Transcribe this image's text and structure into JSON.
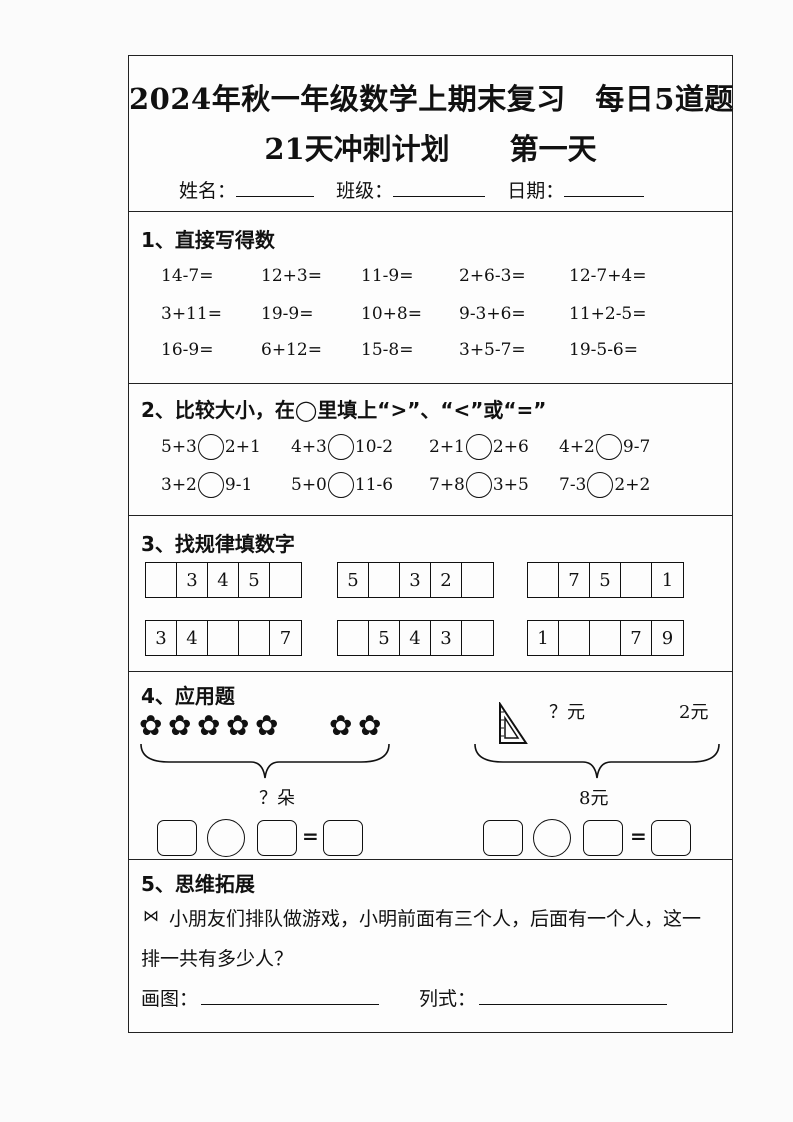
{
  "header": {
    "title_line1": "2024年秋一年级数学上期末复习　每日5道题",
    "title_line2_a": "21天冲刺计划",
    "title_line2_b": "第一天",
    "name_label": "姓名：",
    "class_label": "班级：",
    "date_label": "日期："
  },
  "s1": {
    "heading": "1、直接写得数",
    "rows": [
      [
        "14-7=",
        "12+3=",
        "11-9=",
        "2+6-3=",
        "12-7+4="
      ],
      [
        "3+11=",
        "19-9=",
        "10+8=",
        "9-3+6=",
        "11+2-5="
      ],
      [
        "16-9=",
        "6+12=",
        "15-8=",
        "3+5-7=",
        "19-5-6="
      ]
    ]
  },
  "s2": {
    "heading": "2、比较大小，在◯里填上“>”、“<”或“=”",
    "items": [
      {
        "l": "5+3",
        "r": "2+1"
      },
      {
        "l": "4+3",
        "r": "10-2"
      },
      {
        "l": "2+1",
        "r": "2+6"
      },
      {
        "l": "4+2",
        "r": "9-7"
      },
      {
        "l": "3+2",
        "r": "9-1"
      },
      {
        "l": "5+0",
        "r": "11-6"
      },
      {
        "l": "7+8",
        "r": "3+5"
      },
      {
        "l": "7-3",
        "r": "2+2"
      }
    ]
  },
  "s3": {
    "heading": "3、找规律填数字",
    "sequences": [
      [
        "",
        "3",
        "4",
        "5",
        "",
        ""
      ],
      [
        "5",
        "",
        "3",
        "2",
        "",
        ""
      ],
      [
        "",
        "7",
        "5",
        "",
        "1",
        ""
      ],
      [
        "3",
        "4",
        "",
        "",
        "7",
        ""
      ],
      [
        "",
        "5",
        "4",
        "3",
        "",
        ""
      ],
      [
        "1",
        "",
        "",
        "7",
        "9",
        ""
      ]
    ]
  },
  "s4": {
    "heading": "4、应用题",
    "left_total_label": "？朵",
    "right_top_a": "？元",
    "right_top_b": "2元",
    "right_total_label": "8元",
    "equals": "="
  },
  "s5": {
    "heading": "5、思维拓展",
    "question_line1": "小朋友们排队做游戏，小明前面有三个人，后面有一个人，这一",
    "question_line2": "排一共有多少人？",
    "draw_label": "画图：",
    "formula_label": "列式："
  }
}
